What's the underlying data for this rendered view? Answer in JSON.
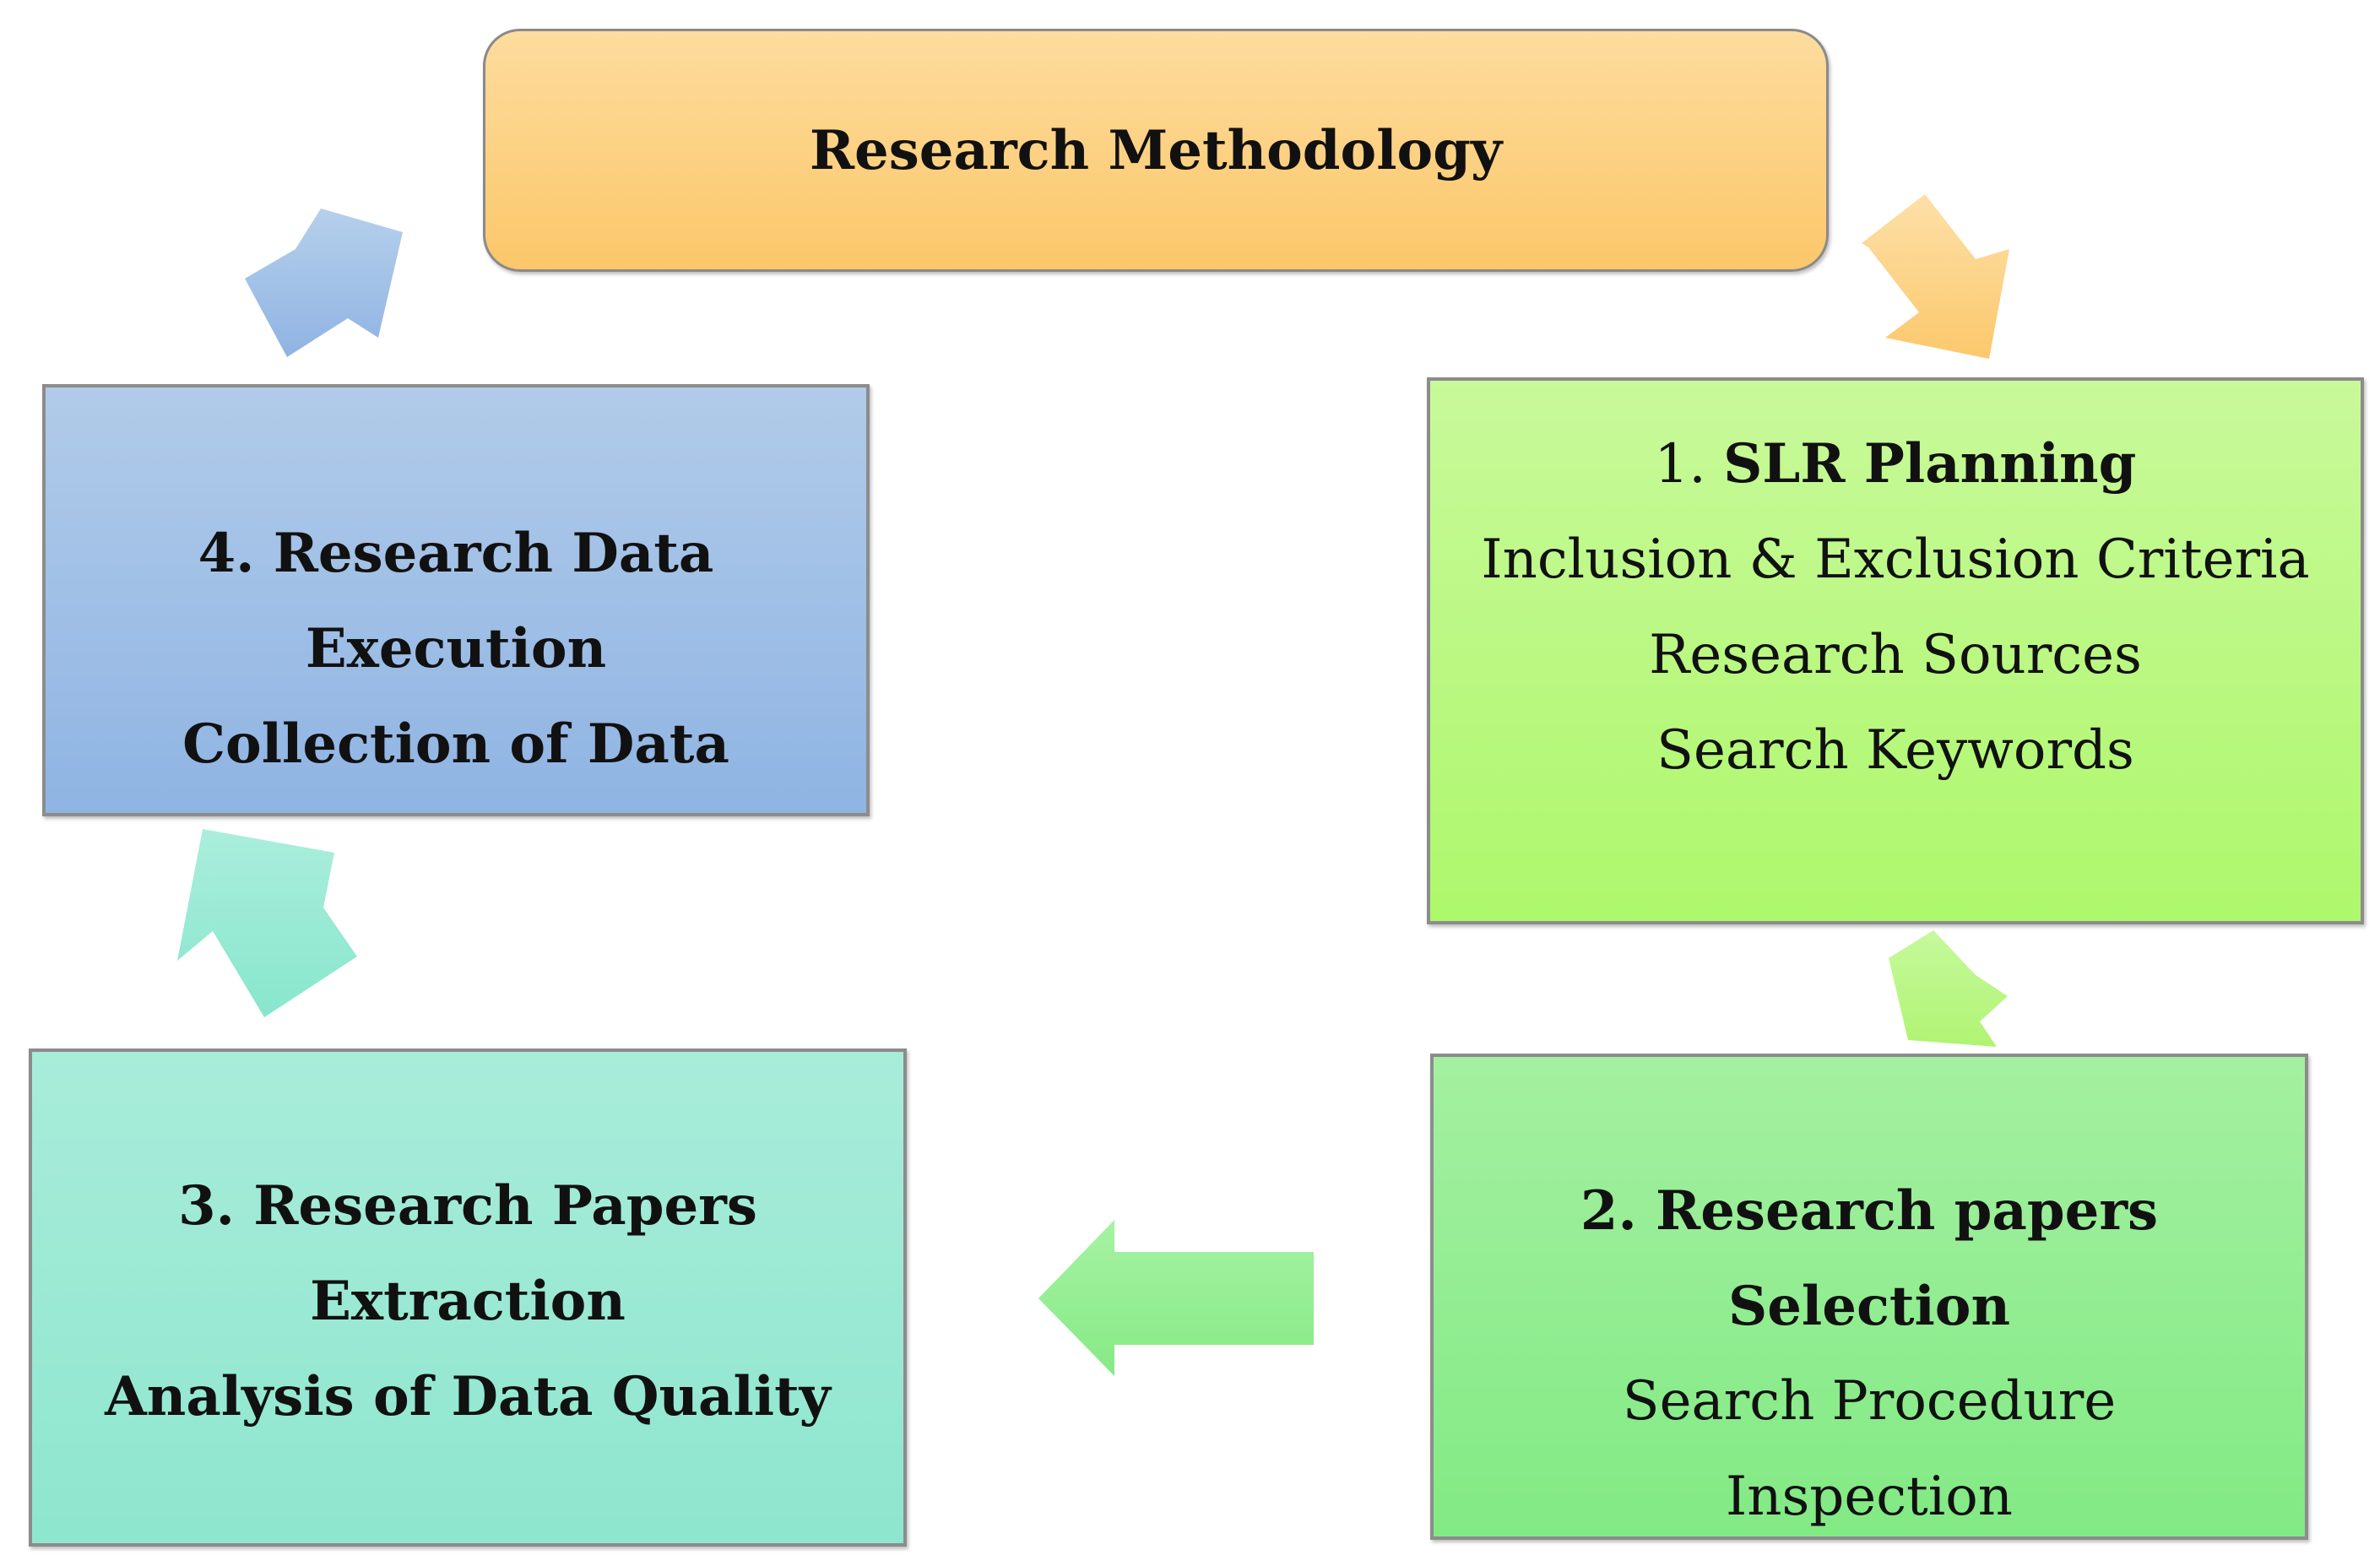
{
  "title": "Research Methodology",
  "step1": {
    "heading_number": "1.",
    "heading_text": "SLR Planning",
    "lines": [
      "Inclusion & Exclusion Criteria",
      "Research Sources",
      "Search Keywords"
    ]
  },
  "step2": {
    "heading": "2. Research papers Selection",
    "lines": [
      "Search Procedure",
      "Inspection"
    ]
  },
  "step3": {
    "heading": "3. Research Papers Extraction",
    "lines": [
      "Analysis of Data Quality"
    ]
  },
  "step4": {
    "heading": "4. Research Data Execution",
    "lines": [
      "Collection of Data"
    ]
  },
  "colors": {
    "title": "#fcc76a",
    "step1": "#aef86c",
    "step2": "#82ea84",
    "step3": "#8ee6ce",
    "step4": "#8fb4e3"
  }
}
